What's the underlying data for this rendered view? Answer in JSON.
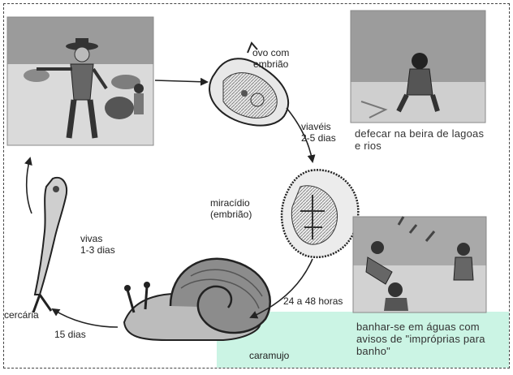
{
  "labels": {
    "egg": "ovo com\nembrião",
    "viable": "viavéis\n2-5 dias",
    "miracidium": "miracídio\n(embrião)",
    "hours": "24 a 48 horas",
    "snail": "caramujo",
    "days15": "15 dias",
    "cercaria": "cercária",
    "alive": "vivas\n1-3 dias"
  },
  "captions": {
    "defecate": "defecar na beira de lagoas\ne rios",
    "bathe": "banhar-se em águas com\navisos de \"impróprias para\nbanho\""
  },
  "colors": {
    "highlight": "#a0ebcd",
    "arrow": "#222222",
    "photo_sky": "#9a9a9a",
    "photo_ground": "#d9d9d9"
  }
}
